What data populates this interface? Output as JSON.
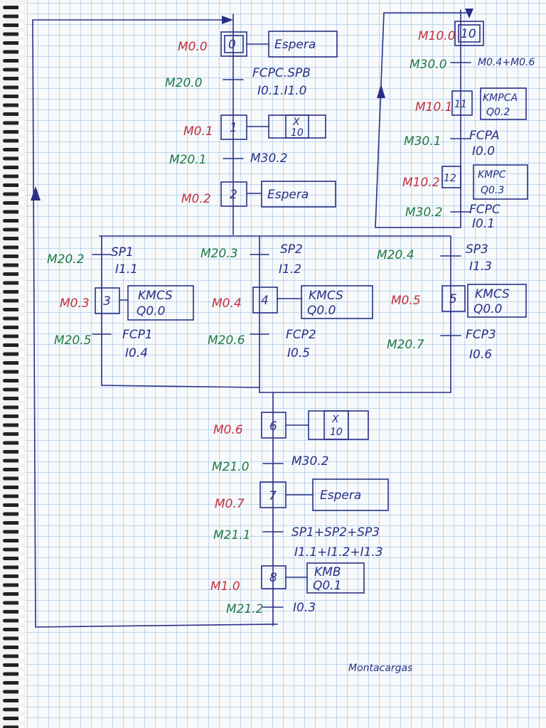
{
  "footer_note": "Montacargas",
  "main_sequence": {
    "steps": [
      {
        "marker": "M0.0",
        "number": "0",
        "action": "Espera"
      },
      {
        "marker": "M0.1",
        "number": "1",
        "action_top": "X",
        "action_bottom": "10"
      },
      {
        "marker": "M0.2",
        "number": "2",
        "action": "Espera"
      }
    ],
    "transitions": [
      {
        "marker": "M20.0",
        "line1": "FCPC.SPB",
        "line2": "I0.1.I1.0"
      },
      {
        "marker": "M20.1",
        "line1": "M30.2",
        "line2": ""
      }
    ]
  },
  "branches": [
    {
      "cond_marker": "M20.2",
      "cond1": "SP1",
      "cond2": "I1.1",
      "step_marker": "M0.3",
      "number": "3",
      "action1": "KMCS",
      "action2": "Q0.0",
      "end_marker": "M20.5",
      "end1": "FCP1",
      "end2": "I0.4"
    },
    {
      "cond_marker": "M20.3",
      "cond1": "SP2",
      "cond2": "I1.2",
      "step_marker": "M0.4",
      "number": "4",
      "action1": "KMCS",
      "action2": "Q0.0",
      "end_marker": "M20.6",
      "end1": "FCP2",
      "end2": "I0.5"
    },
    {
      "cond_marker": "M20.4",
      "cond1": "SP3",
      "cond2": "I1.3",
      "step_marker": "M0.5",
      "number": "5",
      "action1": "KMCS",
      "action2": "Q0.0",
      "end_marker": "M20.7",
      "end1": "FCP3",
      "end2": "I0.6"
    }
  ],
  "lower_sequence": {
    "steps": [
      {
        "marker": "M0.6",
        "number": "6",
        "action_top": "X",
        "action_bottom": "10"
      },
      {
        "marker": "M0.7",
        "number": "7",
        "action": "Espera"
      },
      {
        "marker": "M1.0",
        "number": "8",
        "action1": "KMB",
        "action2": "Q0.1"
      }
    ],
    "transitions": [
      {
        "marker": "M21.0",
        "line1": "M30.2",
        "line2": ""
      },
      {
        "marker": "M21.1",
        "line1": "SP1+SP2+SP3",
        "line2": "I1.1+I1.2+I1.3"
      },
      {
        "marker": "M21.2",
        "line1": "I0.3",
        "line2": ""
      }
    ]
  },
  "right_sequence": {
    "steps": [
      {
        "marker": "M10.0",
        "number": "10",
        "action": ""
      },
      {
        "marker": "M10.1",
        "number": "11",
        "action1": "KMPCA",
        "action2": "Q0.2"
      },
      {
        "marker": "M10.2",
        "number": "12",
        "action1": "KMPC",
        "action2": "Q0.3"
      }
    ],
    "transitions": [
      {
        "marker": "M30.0",
        "line1": "M0.4+M0.6",
        "line2": ""
      },
      {
        "marker": "M30.1",
        "line1": "FCPA",
        "line2": "I0.0"
      },
      {
        "marker": "M30.2",
        "line1": "FCPC",
        "line2": "I0.1"
      }
    ]
  },
  "colors": {
    "ink": "#2a2f86",
    "red": "#c2303c",
    "green": "#1f7a45",
    "grid": "#78aadc"
  }
}
